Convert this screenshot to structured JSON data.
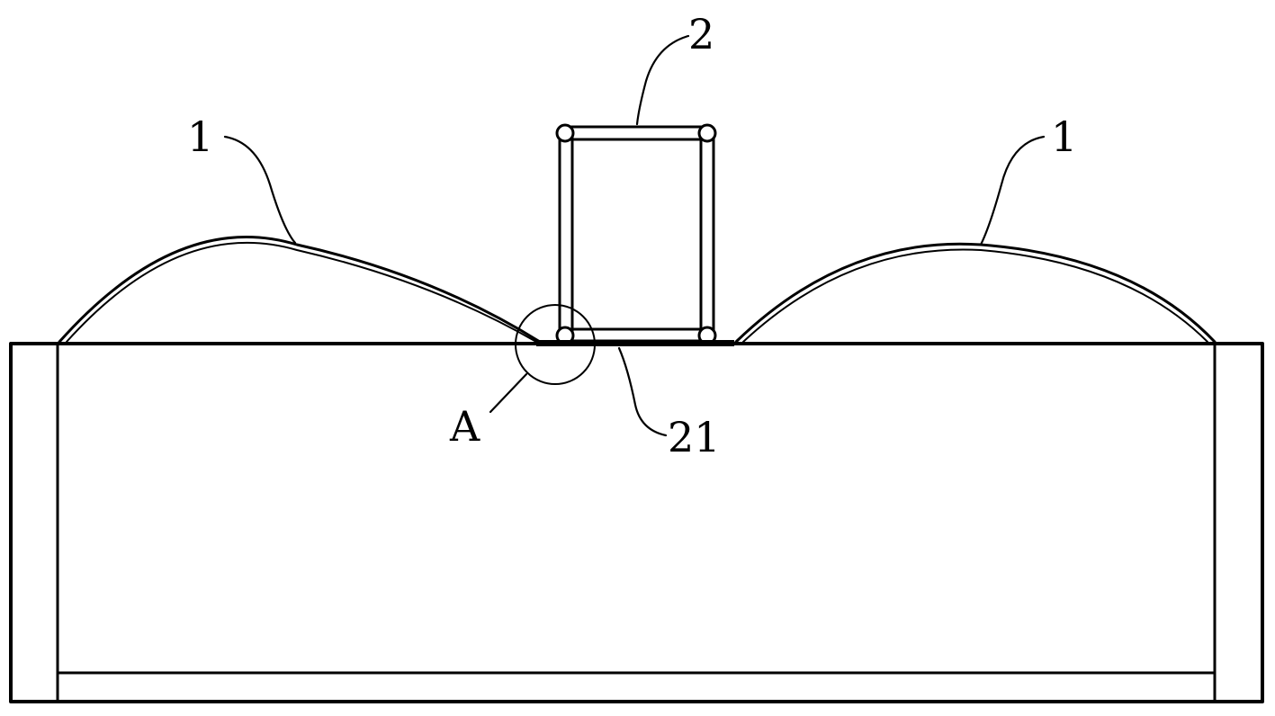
{
  "labels": {
    "dome_left": "1",
    "dome_right": "1",
    "frame": "2",
    "frame_base": "21",
    "detail": "A"
  },
  "colors": {
    "line": "#000000",
    "background": "#ffffff"
  }
}
